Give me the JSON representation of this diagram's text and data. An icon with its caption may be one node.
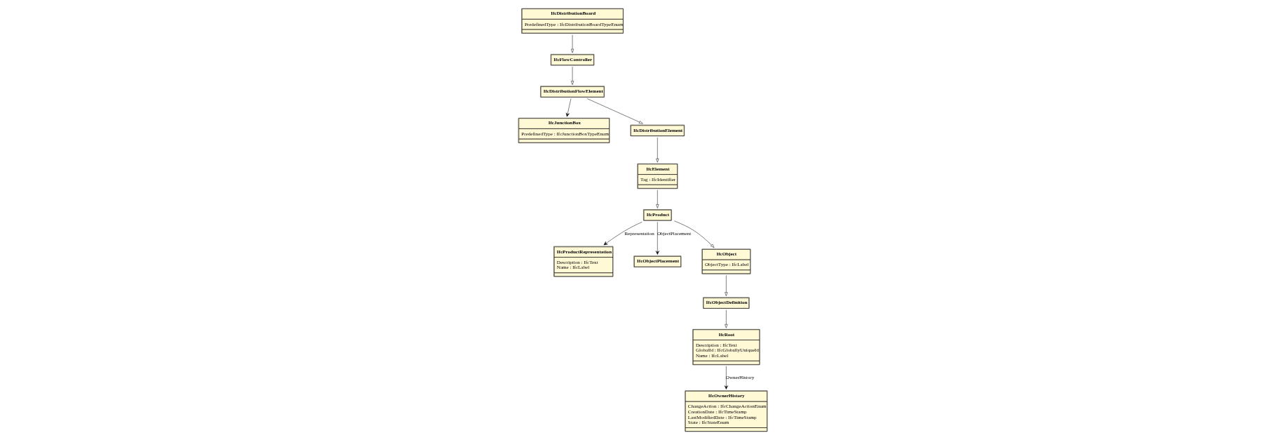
{
  "diagram": {
    "nodes": [
      {
        "text": [
          "IfcDistributionBoard",
          "PredefinedType : IfcDistributionBoardTypeEnum"
        ]
      },
      {
        "text": [
          "IfcFlowController"
        ]
      },
      {
        "text": [
          "IfcOwnerHistory",
          "ChangeAction : IfcChangeActionEnum",
          "CreationDate : IfcTimeStamp",
          "LastModifiedDate : IfcTimeStamp",
          "State : IfcStateEnum"
        ]
      },
      {
        "text": [
          "IfcJunctionBox",
          "PredefinedType : IfcJunctionBoxTypeEnum"
        ]
      },
      {
        "text": [
          "IfcDistributionFlowElement"
        ]
      },
      {
        "text": [
          "IfcRoot",
          "Description : IfcText",
          "GlobalId : IfcGloballyUniqueId",
          "Name : IfcLabel"
        ]
      },
      {
        "text": [
          "IfcProductRepresentation",
          "Description : IfcText",
          "Name : IfcLabel"
        ]
      },
      {
        "text": [
          "IfcDistributionElement"
        ]
      },
      {
        "text": [
          "IfcObjectPlacement"
        ]
      },
      {
        "text": [
          "IfcElement",
          "Tag : IfcIdentifier"
        ]
      },
      {
        "text": [
          "IfcProduct"
        ]
      },
      {
        "text": [
          "IfcObject",
          "ObjectType : IfcLabel"
        ]
      },
      {
        "text": [
          "IfcObjectDefinition"
        ]
      }
    ],
    "edges": [
      {
        "from": 0,
        "to": 1,
        "arrow": "to"
      },
      {
        "from": 1,
        "to": 4,
        "arrow": "to"
      },
      {
        "from": 4,
        "to": 3,
        "arrow": "to"
      },
      {
        "from": 4,
        "to": 7,
        "arrow": "to"
      },
      {
        "from": 7,
        "to": 9,
        "arrow": "to"
      },
      {
        "from": 9,
        "to": 10,
        "arrow": "to"
      },
      {
        "from": 10,
        "to": 8,
        "arrow": "to",
        "label": "ObjectPlacement"
      },
      {
        "from": 10,
        "to": 6,
        "arrow": "to",
        "label": "Representation"
      },
      {
        "from": 10,
        "to": 11,
        "arrow": "to"
      },
      {
        "from": 11,
        "to": 12,
        "arrow": "to"
      },
      {
        "from": 12,
        "to": 5,
        "arrow": "to"
      },
      {
        "from": 5,
        "to": 2,
        "arrow": "to",
        "label": "OwnerHistory"
      }
    ]
  }
}
